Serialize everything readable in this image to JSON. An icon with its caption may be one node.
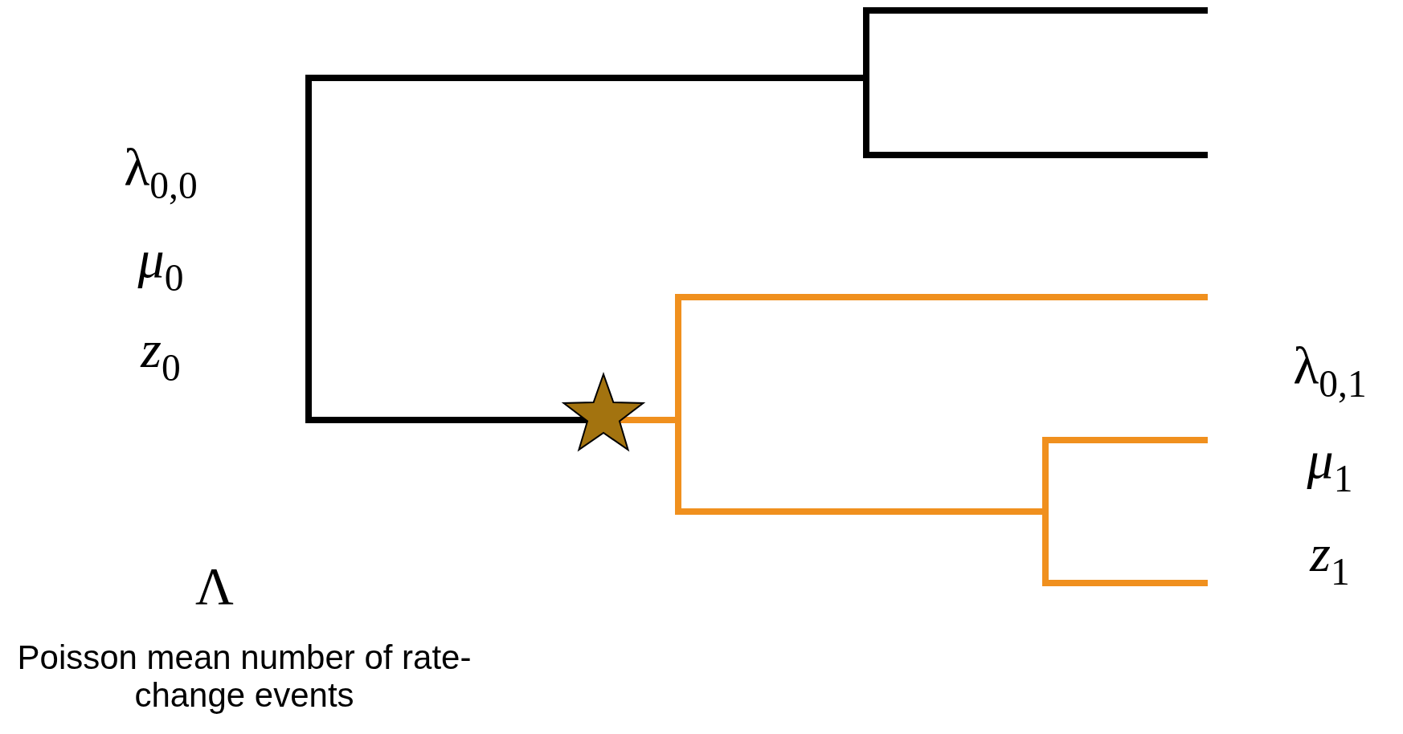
{
  "diagram": {
    "labels": [
      "λ$_{0,0}$",
      "*μ*$_{0}$",
      "*z*$_{0}$",
      "λ$_{0,1}$",
      "*μ*$_{1}$",
      "*z*$_{1}$",
      "Λ",
      "Poisson mean number of rate-change events"
    ]
  }
}
